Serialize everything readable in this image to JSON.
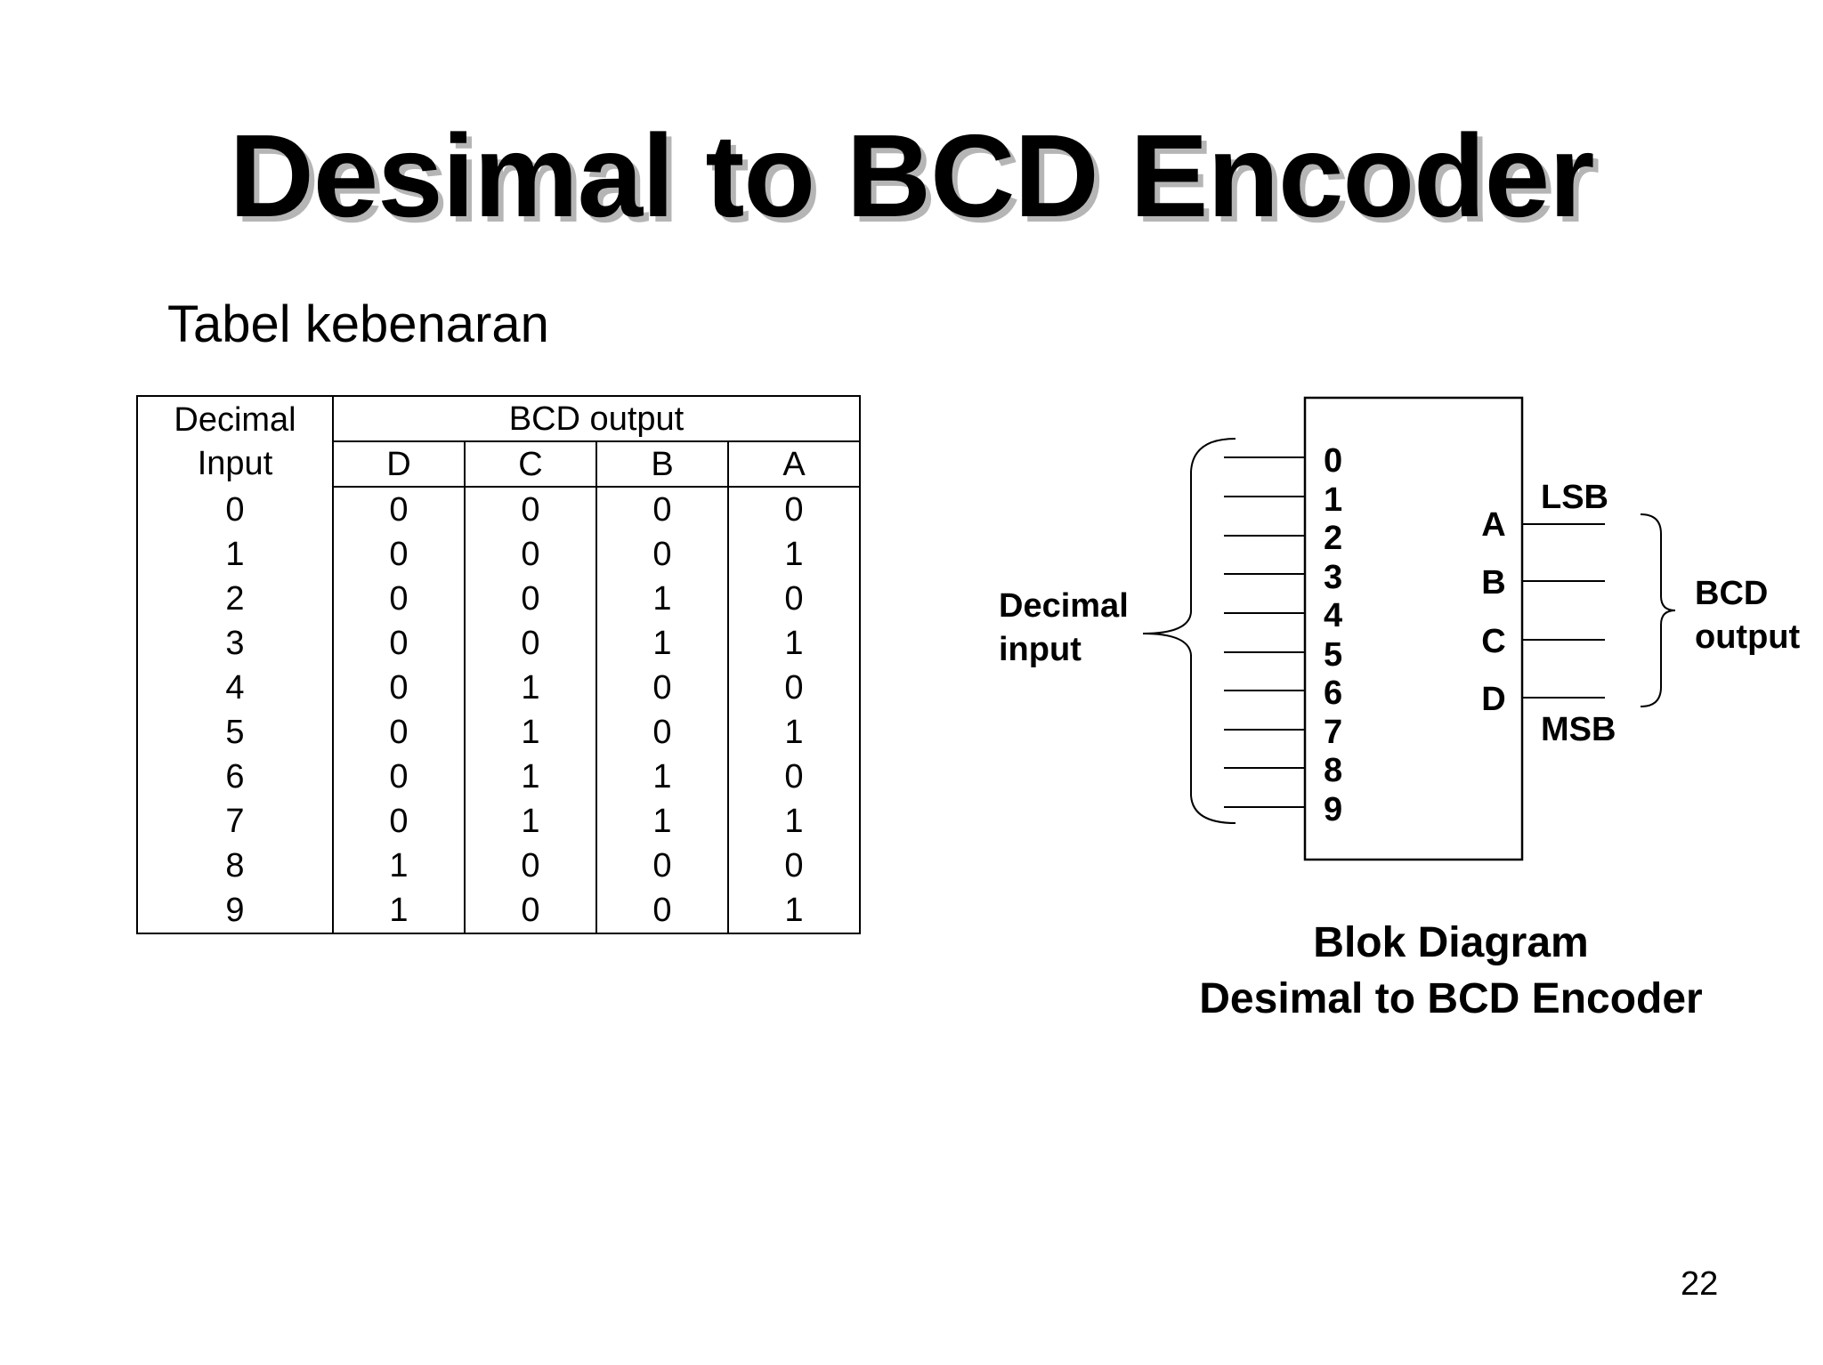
{
  "slide": {
    "title": "Desimal to BCD Encoder",
    "subtitle": "Tabel kebenaran",
    "page_number": "22"
  },
  "truth_table": {
    "header_input_line1": "Decimal",
    "header_input_line2": "Input",
    "header_output": "BCD output",
    "bit_columns": [
      "D",
      "C",
      "B",
      "A"
    ],
    "rows": [
      {
        "input": "0",
        "D": "0",
        "C": "0",
        "B": "0",
        "A": "0"
      },
      {
        "input": "1",
        "D": "0",
        "C": "0",
        "B": "0",
        "A": "1"
      },
      {
        "input": "2",
        "D": "0",
        "C": "0",
        "B": "1",
        "A": "0"
      },
      {
        "input": "3",
        "D": "0",
        "C": "0",
        "B": "1",
        "A": "1"
      },
      {
        "input": "4",
        "D": "0",
        "C": "1",
        "B": "0",
        "A": "0"
      },
      {
        "input": "5",
        "D": "0",
        "C": "1",
        "B": "0",
        "A": "1"
      },
      {
        "input": "6",
        "D": "0",
        "C": "1",
        "B": "1",
        "A": "0"
      },
      {
        "input": "7",
        "D": "0",
        "C": "1",
        "B": "1",
        "A": "1"
      },
      {
        "input": "8",
        "D": "1",
        "C": "0",
        "B": "0",
        "A": "0"
      },
      {
        "input": "9",
        "D": "1",
        "C": "0",
        "B": "0",
        "A": "1"
      }
    ]
  },
  "block_diagram": {
    "input_label_line1": "Decimal",
    "input_label_line2": "input",
    "inputs": [
      "0",
      "1",
      "2",
      "3",
      "4",
      "5",
      "6",
      "7",
      "8",
      "9"
    ],
    "outputs": [
      "A",
      "B",
      "C",
      "D"
    ],
    "lsb_label": "LSB",
    "msb_label": "MSB",
    "output_label_line1": "BCD",
    "output_label_line2": "output",
    "caption_line1": "Blok Diagram",
    "caption_line2": "Desimal to BCD Encoder"
  }
}
